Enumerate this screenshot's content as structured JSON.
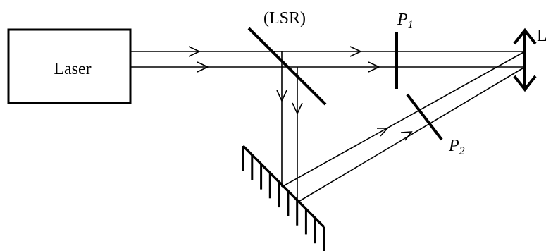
{
  "labels": {
    "laser": "Laser",
    "beam_splitter": "(LSR)",
    "plate1_main": "P",
    "plate1_sub": "1",
    "plate2_main": "P",
    "plate2_sub": "2",
    "lens": "L"
  },
  "colors": {
    "ink": "#000000",
    "background": "#ffffff"
  }
}
